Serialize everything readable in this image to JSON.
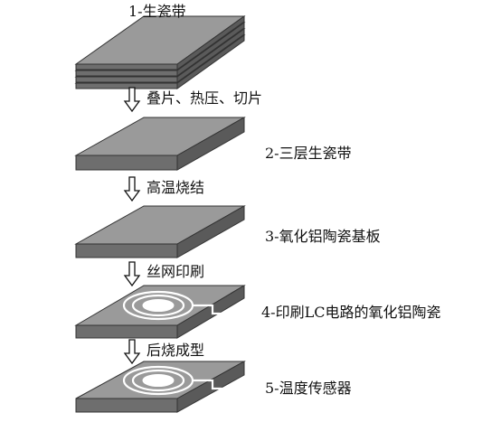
{
  "steps": [
    {
      "label": "1-生瓷带"
    },
    {
      "label": "2-三层生瓷带"
    },
    {
      "label": "3-氧化铝陶瓷基板"
    },
    {
      "label": "4-印刷LC电路的氧化铝陶瓷"
    },
    {
      "label": "5-温度传感器"
    }
  ],
  "transitions": [
    {
      "label": "叠片、热压、切片"
    },
    {
      "label": "高温烧结"
    },
    {
      "label": "丝网印刷"
    },
    {
      "label": "后烧成型"
    }
  ],
  "colors": {
    "top": "#9a9a9a",
    "front": "#6e6e6e",
    "side": "#5a5a5a",
    "edge": "#333333",
    "circuit": "#ffffff"
  }
}
